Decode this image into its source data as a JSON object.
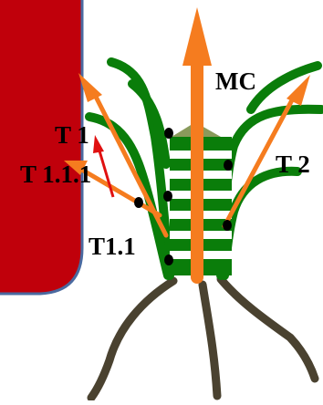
{
  "labels": {
    "main_culm": "MC",
    "tiller_1": "T 1",
    "tiller_1_1_1": "T 1.1.1",
    "tiller_2": "T 2",
    "tiller_1_1": "T1.1"
  },
  "colors": {
    "background": "#ffffff",
    "red_panel": "#c0000b",
    "panel_border": "#4a6aa0",
    "leaf_green": "#0a7d0a",
    "stem_white": "#ffffff",
    "arrow_orange": "#f57c1f",
    "arrow_red": "#e01010",
    "root_brown": "#4a4230",
    "node_black": "#000000",
    "cone": "#8a9a5b"
  }
}
